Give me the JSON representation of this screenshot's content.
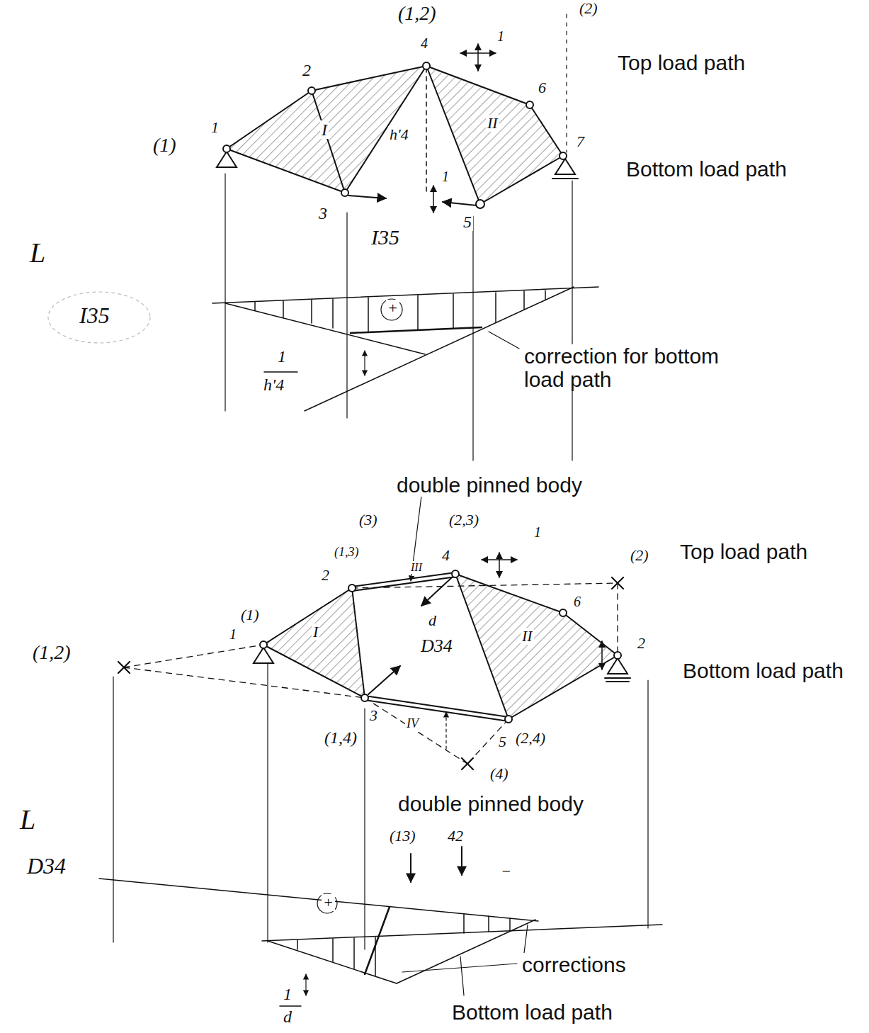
{
  "diagram": {
    "labels": [
      "(1,2)",
      "4",
      "2",
      "1",
      "(1)",
      "3",
      "5",
      "6",
      "7",
      "(2)",
      "I",
      "II",
      "h'4",
      "1",
      "1",
      "Top load path",
      "Bottom load path",
      "I35",
      "L",
      "I35",
      "+",
      "1",
      "h'4",
      "correction for bottom load path",
      "double pinned body",
      "(3)",
      "(2,3)",
      "(1,3)",
      "4",
      "1",
      "Top load path",
      "(2)",
      "2",
      "6",
      "(1)",
      "1",
      "(1,2)",
      "I",
      "d",
      "D34",
      "II",
      "2",
      "Bottom load path",
      "3",
      "(1,4)",
      "IV",
      "5",
      "(2,4)",
      "(4)",
      "double pinned body",
      "L",
      "D34",
      "(13)",
      "42",
      "+",
      "−",
      "corrections",
      "1",
      "d",
      "Bottom load path",
      "III"
    ]
  }
}
